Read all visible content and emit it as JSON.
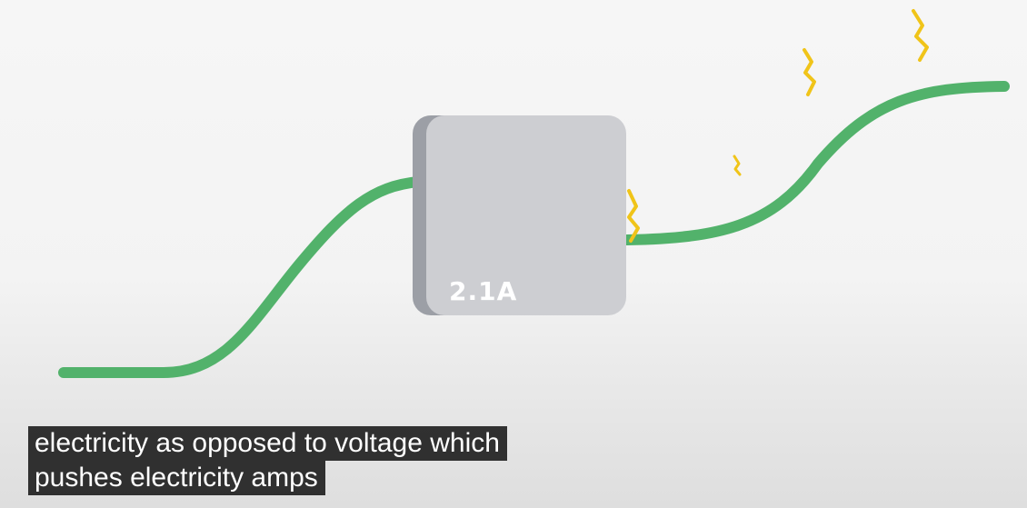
{
  "video": {
    "box_label": "2.1A",
    "captions": [
      "electricity as opposed to voltage which",
      "pushes electricity amps"
    ]
  },
  "colors": {
    "wire": "#52b26b",
    "spark": "#f0c419",
    "box_face": "#cdced2",
    "box_side": "#9c9fa6",
    "caption_bg": "#080808"
  },
  "icons": [
    "spark-icon"
  ]
}
